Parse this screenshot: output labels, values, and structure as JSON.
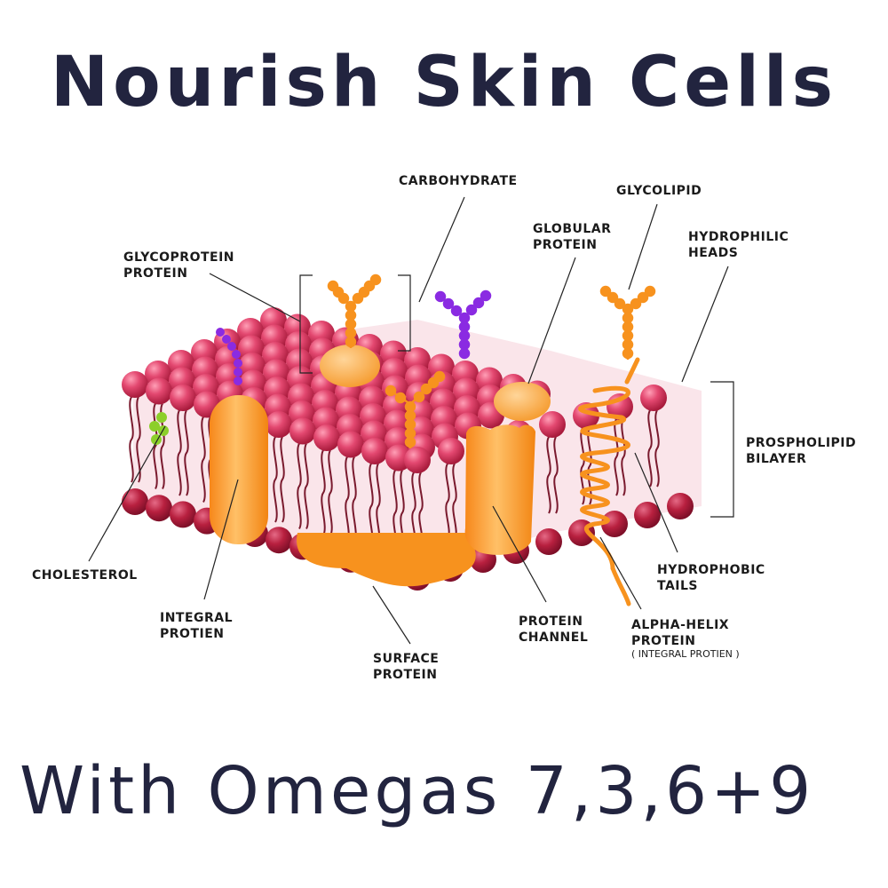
{
  "title": "Nourish Skin Cells",
  "subtitle": "With Omegas 7,3,6+9",
  "colors": {
    "text": "#22243f",
    "head": "#d83c63",
    "head_dark": "#b3203f",
    "protein": "#f7921e",
    "carbohydrate_purple": "#8a2be2",
    "cholesterol": "#8ccf2a",
    "tail": "#7a1a2e"
  },
  "labels": {
    "carbohydrate": "CARBOHYDRATE",
    "glycolipid": "GLYCOLIPID",
    "globular_1": "GLOBULAR",
    "globular_2": "PROTEIN",
    "hydrophilic_1": "HYDROPHILIC",
    "hydrophilic_2": "HEADS",
    "glycoprotein_1": "GLYCOPROTEIN",
    "glycoprotein_2": "PROTEIN",
    "phospholipid_1": "PROSPHOLIPID",
    "phospholipid_2": "BILAYER",
    "cholesterol": "CHOLESTEROL",
    "integral_1": "INTEGRAL",
    "integral_2": "PROTIEN",
    "surface_1": "SURFACE",
    "surface_2": "PROTEIN",
    "channel_1": "PROTEIN",
    "channel_2": "CHANNEL",
    "alpha_1": "ALPHA-HELIX",
    "alpha_2": "PROTEIN",
    "alpha_3": "( INTEGRAL PROTIEN )",
    "hydrophobic_1": "HYDROPHOBIC",
    "hydrophobic_2": "TAILS"
  }
}
